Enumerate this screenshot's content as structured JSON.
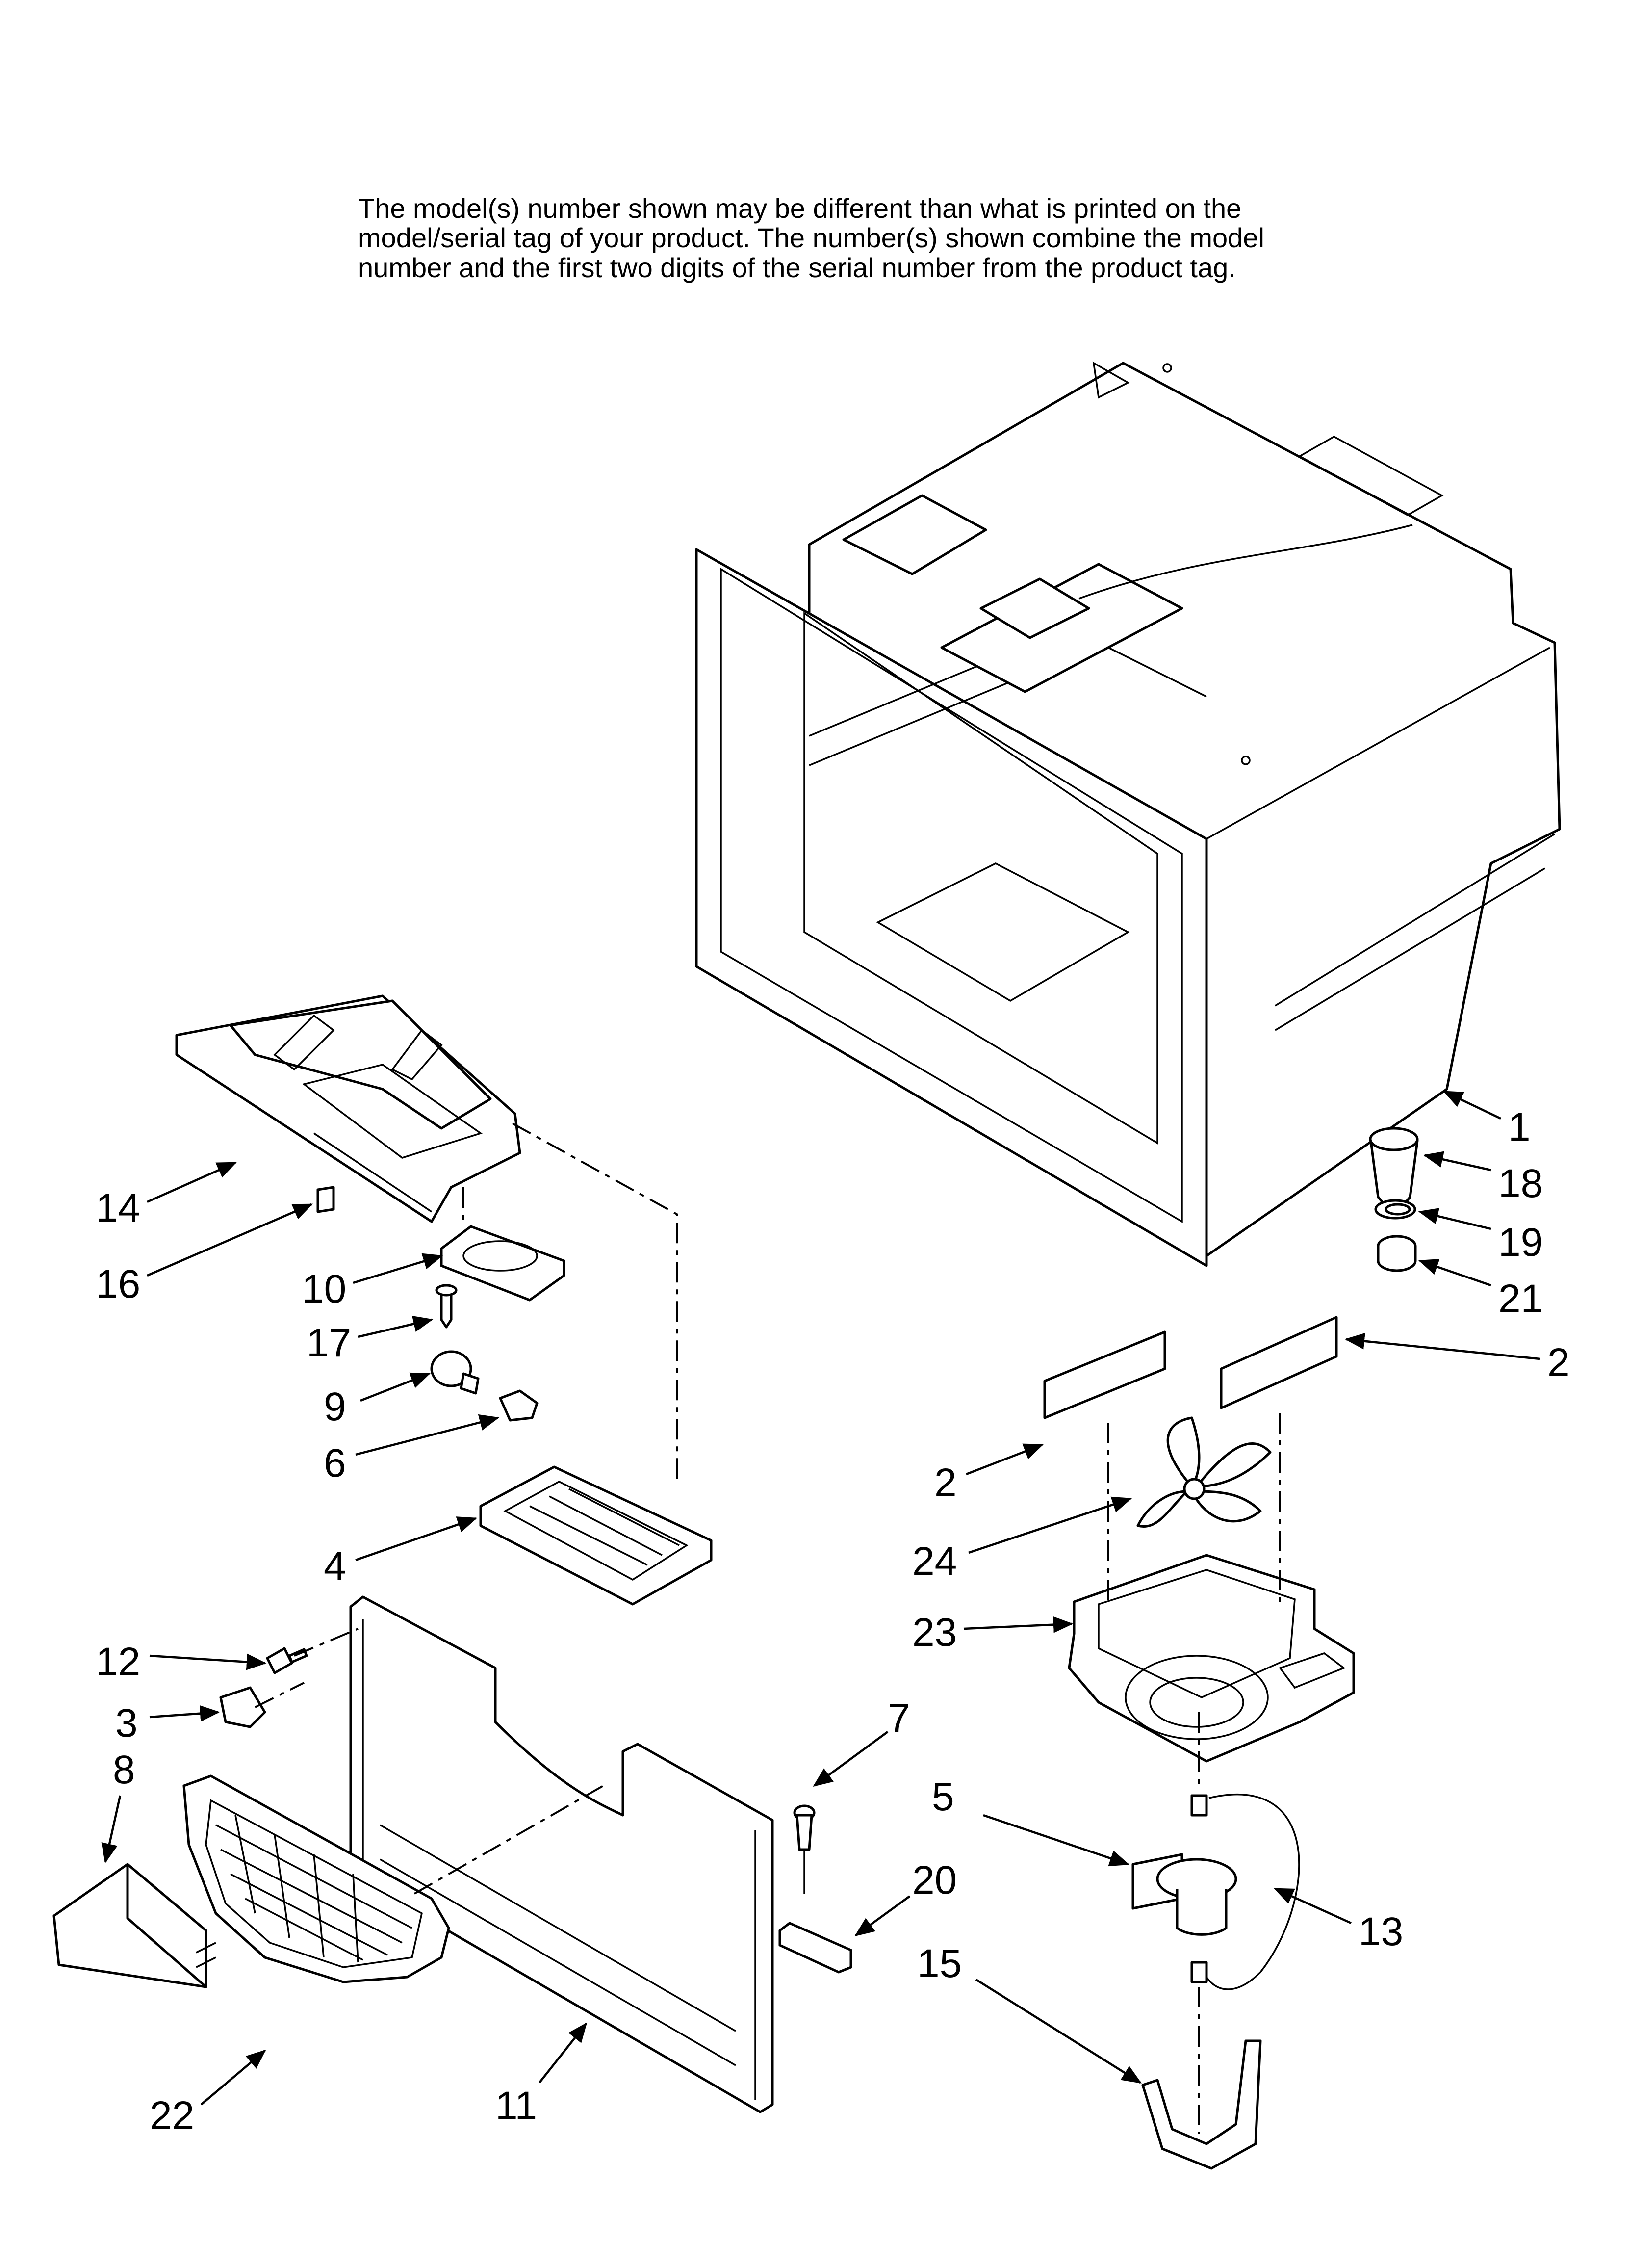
{
  "note": {
    "lines": [
      "The model(s) number shown may be different than what is printed on the",
      "model/serial tag of your product. The number(s) shown combine the model",
      "number and the first two digits of the serial number from the product tag."
    ]
  },
  "callouts": {
    "c1": "1",
    "c18": "18",
    "c19": "19",
    "c21": "21",
    "c2a": "2",
    "c2b": "2",
    "c24": "24",
    "c23": "23",
    "c7": "7",
    "c5": "5",
    "c13": "13",
    "c20": "20",
    "c15": "15",
    "c14": "14",
    "c16": "16",
    "c10": "10",
    "c17": "17",
    "c9": "9",
    "c6": "6",
    "c4": "4",
    "c12": "12",
    "c3": "3",
    "c8": "8",
    "c22": "22",
    "c11": "11"
  }
}
